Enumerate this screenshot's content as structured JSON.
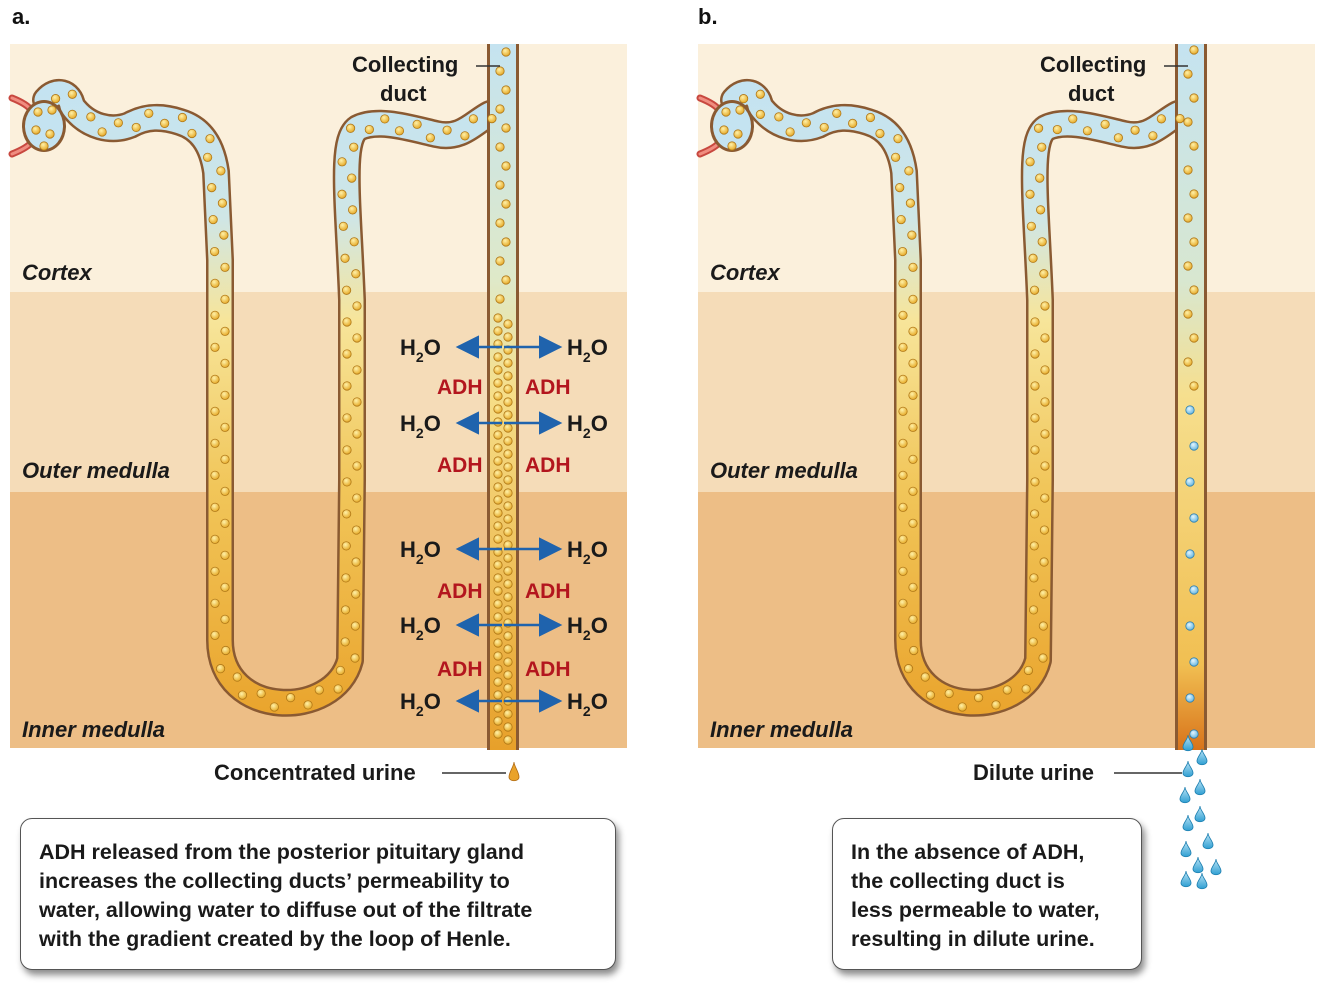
{
  "panels": {
    "a": {
      "letter": "a.",
      "zones": {
        "cortex": "Cortex",
        "outer": "Outer medulla",
        "inner": "Inner medulla"
      },
      "duct_label": [
        "Collecting",
        "duct"
      ],
      "water": "H",
      "water_sub": "2",
      "water_tail": "O",
      "hormone": "ADH",
      "urine_label": "Concentrated urine",
      "caption": [
        "ADH released from the posterior pituitary gland",
        "increases the collecting ducts’ permeability to",
        "water, allowing water to diffuse out of the filtrate",
        "with the gradient created by the loop of Henle."
      ]
    },
    "b": {
      "letter": "b.",
      "zones": {
        "cortex": "Cortex",
        "outer": "Outer medulla",
        "inner": "Inner medulla"
      },
      "duct_label": [
        "Collecting",
        "duct"
      ],
      "urine_label": "Dilute urine",
      "caption": [
        "In the absence of ADH,",
        "the collecting duct is",
        "less permeable to water,",
        "resulting in dilute urine."
      ]
    }
  },
  "colors": {
    "cortex": "#fbf0dc",
    "outer_medulla": "#f5dcb8",
    "inner_medulla": "#edbe86",
    "tubule_wall": "#8a5a32",
    "filtrate_dilute": "#c4e3f1",
    "filtrate_concentrated": "#eaa026",
    "arrow": "#1f63ad",
    "adh": "#b3161e"
  }
}
